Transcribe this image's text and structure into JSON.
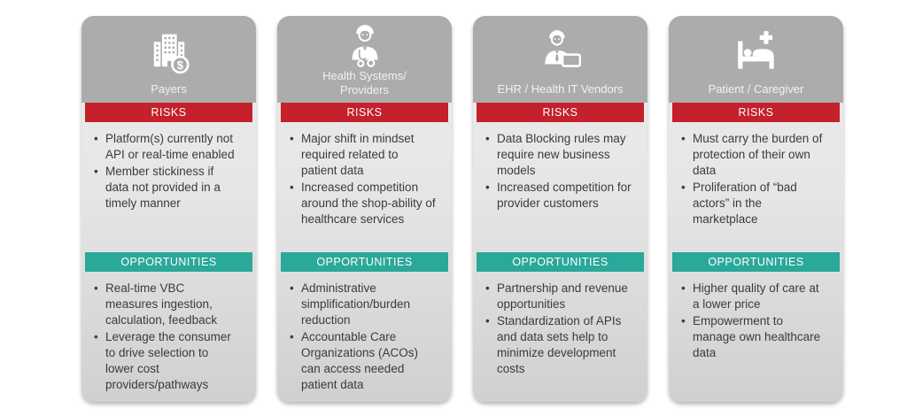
{
  "page": {
    "background": "#ffffff",
    "description_colors": {
      "header_gray": "#acacac",
      "risks_red": "#c4212c",
      "opportunities_teal": "#2aa899",
      "card_body_top": "#ededed",
      "card_body_bottom": "#d0d0d0",
      "body_text": "#3b3b3b",
      "header_title_text": "#f2f2f2"
    }
  },
  "section_labels": {
    "risks": "RISKS",
    "opportunities": "OPPORTUNITIES"
  },
  "columns": [
    {
      "title": "Payers",
      "icon": "payers-building-dollar-icon",
      "risks": [
        "Platform(s) currently not API or real-time enabled",
        "Member stickiness if data not provided in a timely manner"
      ],
      "opportunities": [
        "Real-time VBC measures ingestion, calculation, feedback",
        "Leverage the consumer to drive selection to lower cost providers/pathways"
      ]
    },
    {
      "title": "Health Systems/\nProviders",
      "icon": "doctor-icon",
      "risks": [
        "Major shift in mindset required related to patient data",
        "Increased competition around the shop-ability of healthcare services"
      ],
      "opportunities": [
        "Administrative simplification/burden reduction",
        "Accountable Care Organizations (ACOs) can access needed patient data"
      ]
    },
    {
      "title": "EHR / Health IT Vendors",
      "icon": "vendor-person-tablet-icon",
      "risks": [
        "Data Blocking rules may require new business models",
        "Increased competition for provider customers"
      ],
      "opportunities": [
        "Partnership and revenue opportunities",
        "Standardization of APIs and data sets help to minimize development costs"
      ]
    },
    {
      "title": "Patient / Caregiver",
      "icon": "patient-bed-icon",
      "risks": [
        "Must carry the burden of protection of their own data",
        "Proliferation of “bad actors” in the marketplace"
      ],
      "opportunities": [
        "Higher quality of care at a lower price",
        "Empowerment to manage own healthcare data"
      ]
    }
  ]
}
